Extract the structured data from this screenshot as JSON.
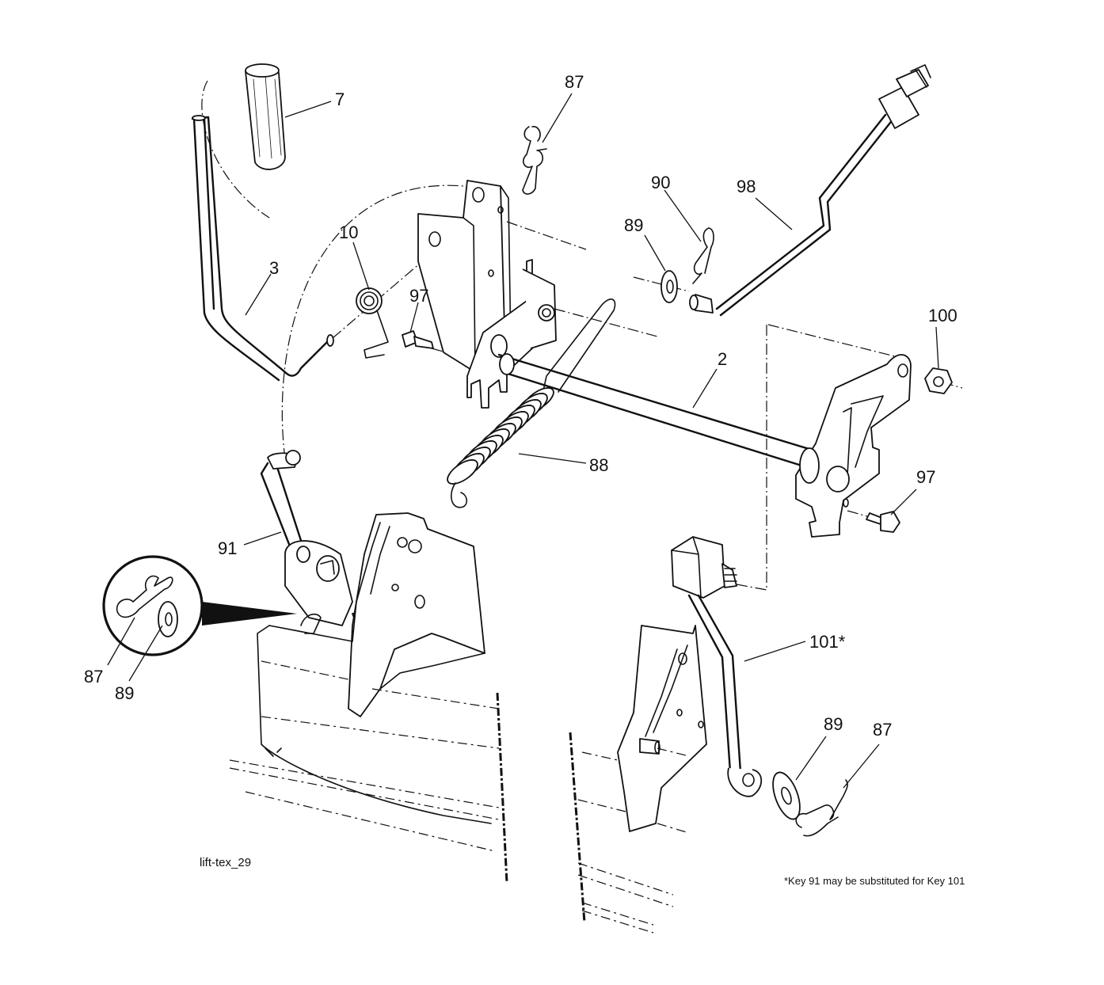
{
  "labels": {
    "l7": "7",
    "l87_top": "87",
    "l3": "3",
    "l10": "10",
    "l97_left": "97",
    "l90": "90",
    "l98": "98",
    "l89_top": "89",
    "l100": "100",
    "l2": "2",
    "l88": "88",
    "l97_right": "97",
    "l91": "91",
    "l87_inset": "87",
    "l89_inset": "89",
    "l101": "101*",
    "l89_bottom": "89",
    "l87_bottom": "87"
  },
  "figure_id": "lift-tex_29",
  "footnote": "*Key 91 may be substituted for Key 101"
}
